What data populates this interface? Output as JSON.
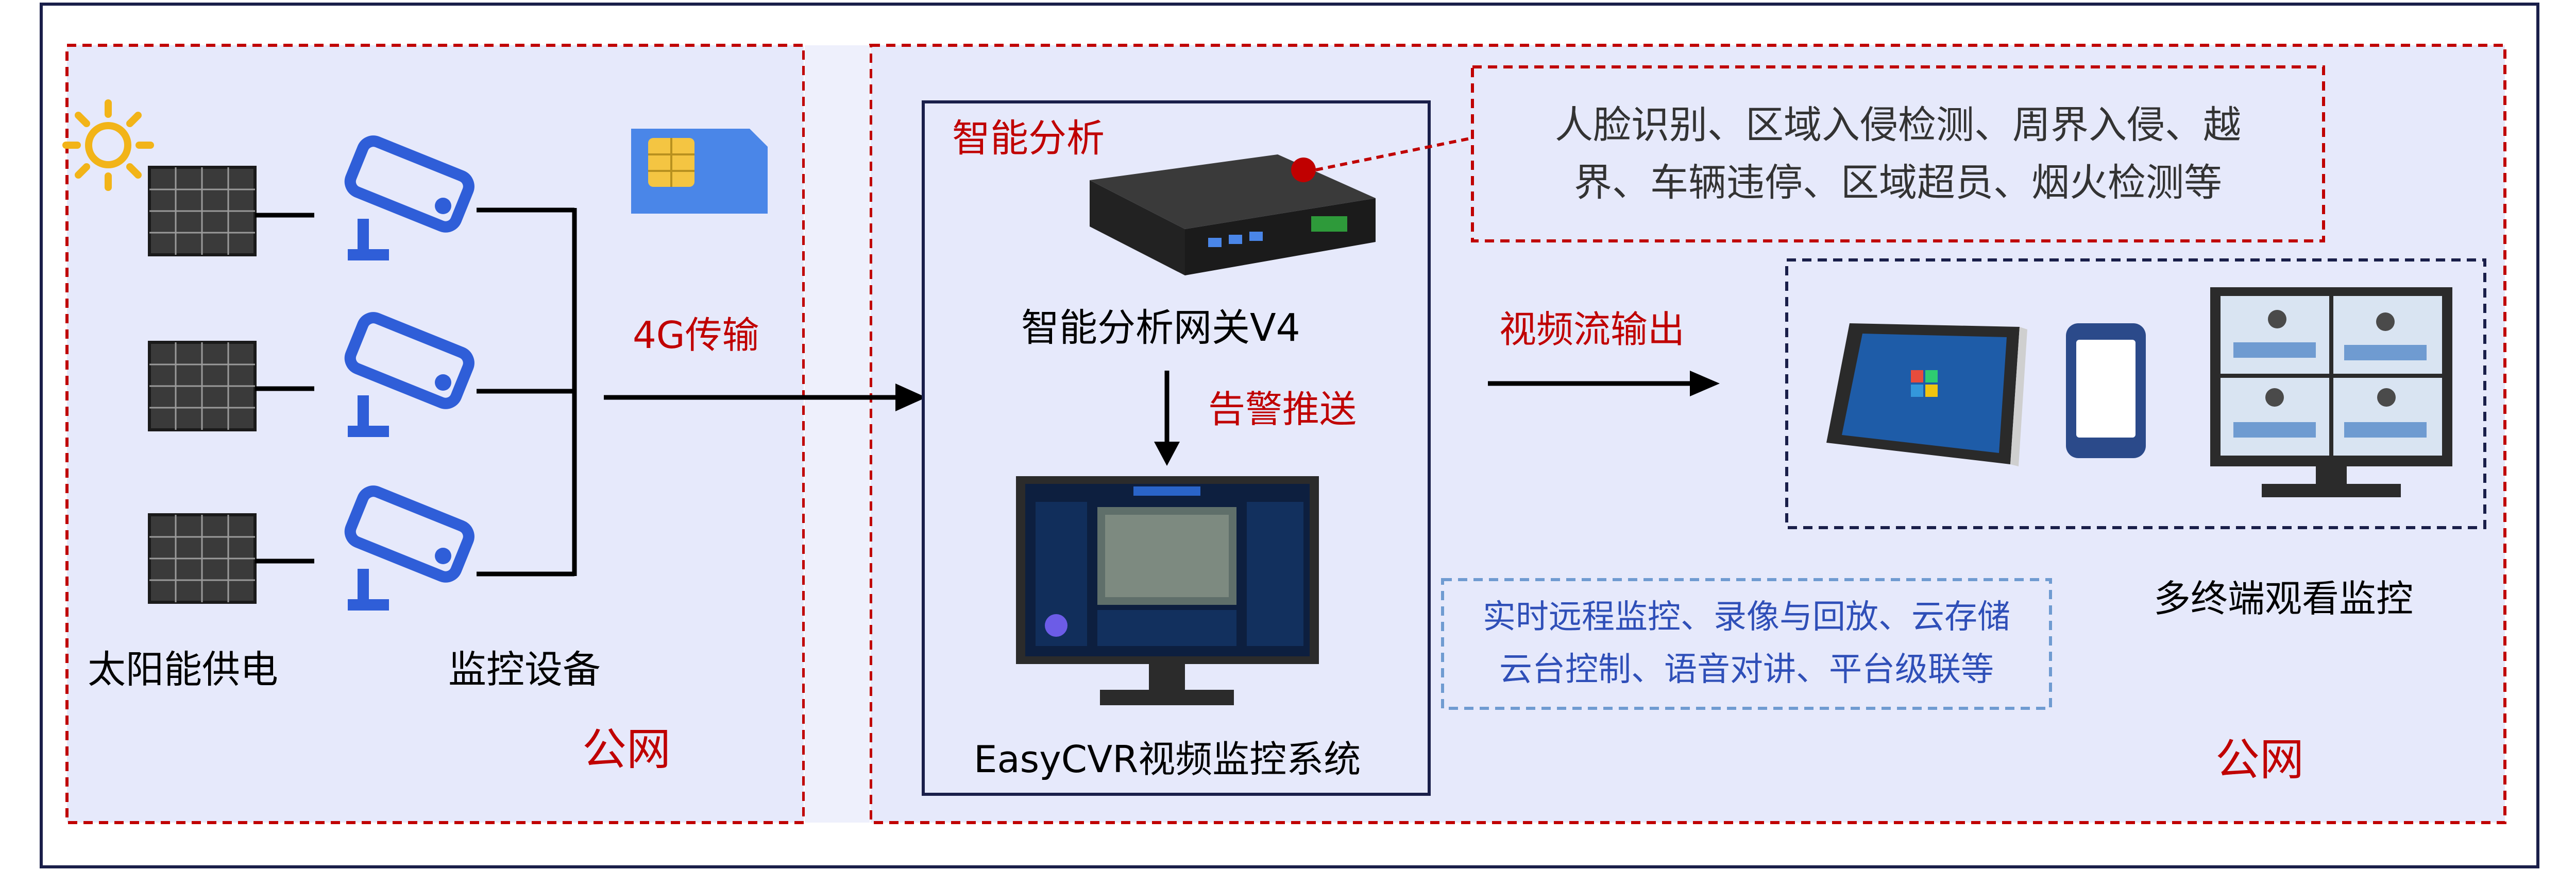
{
  "left_panel": {
    "solar_label": "太阳能供电",
    "camera_label": "监控设备",
    "network_label": "公网",
    "transport_label": "4G传输"
  },
  "gateway": {
    "section_title": "智能分析",
    "device_label": "智能分析网关V4",
    "analysis_features_line1": "人脸识别、区域入侵检测、周界入侵、越",
    "analysis_features_line2": "界、车辆违停、区域超员、烟火检测等",
    "alarm_label": "告警推送",
    "platform_label": "EasyCVR视频监控系统"
  },
  "right_panel": {
    "stream_label": "视频流输出",
    "functions_line1": "实时远程监控、录像与回放、云存储",
    "functions_line2": "云台控制、语音对讲、平台级联等",
    "terminals_label": "多终端观看监控",
    "network_label": "公网"
  },
  "colors": {
    "panel_fill": "#e6e9fb",
    "red_accent": "#c00000",
    "blue_accent": "#2f5ed8",
    "border_dark": "#1a1f4a"
  }
}
